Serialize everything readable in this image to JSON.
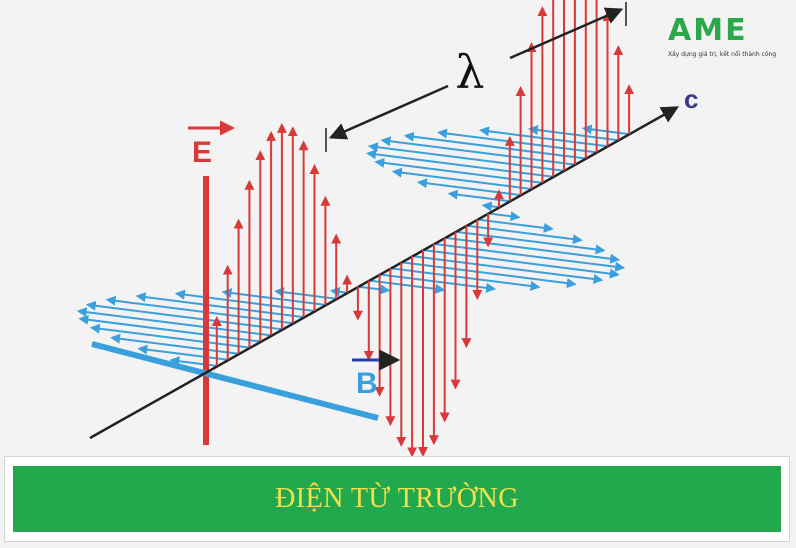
{
  "diagram": {
    "labels": {
      "electric_field": "E",
      "magnetic_field": "B",
      "wavelength": "λ",
      "propagation": "c"
    },
    "colors": {
      "electric": "#d83a3a",
      "magnetic": "#3aa0dd",
      "axis": "#222222",
      "arrow_dark": "#222222",
      "c_label": "#3a3a8a",
      "b_arrow": "#1f3fae"
    }
  },
  "logo": {
    "text": "AME",
    "tagline": "Xây dựng giá trị, kết nối thành công",
    "color": "#2aa84a"
  },
  "banner": {
    "title": "ĐIỆN TỪ TRƯỜNG",
    "background": "#22a94e",
    "text_color": "#f4e04a"
  }
}
